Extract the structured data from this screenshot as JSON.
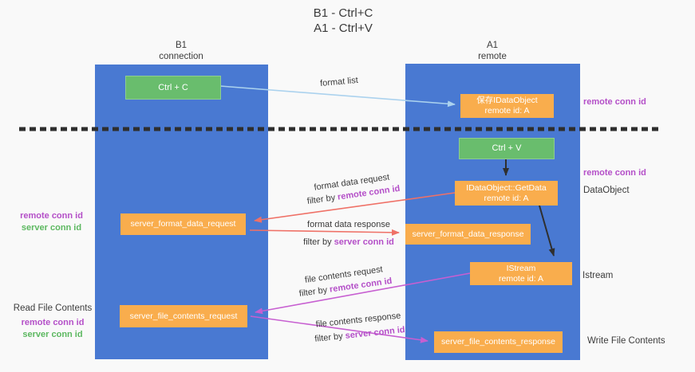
{
  "title": {
    "line1": "B1 - Ctrl+C",
    "line2": "A1 - Ctrl+V"
  },
  "lanes": {
    "left": {
      "name": "B1",
      "role": "connection"
    },
    "right": {
      "name": "A1",
      "role": "remote"
    }
  },
  "nodes": {
    "ctrl_c": {
      "label": "Ctrl + C"
    },
    "save_idataobject": {
      "line1": "保存IDataObject",
      "line2": "remote id: A"
    },
    "ctrl_v": {
      "label": "Ctrl + V"
    },
    "idataobject_getdata": {
      "line1": "IDataObject::GetData",
      "line2": "remote id: A"
    },
    "server_format_data_request": {
      "label": "server_format_data_request"
    },
    "server_format_data_response": {
      "label": "server_format_data_response"
    },
    "istream": {
      "line1": "IStream",
      "line2": "remote id: A"
    },
    "server_file_contents_request": {
      "label": "server_file_contents_request"
    },
    "server_file_contents_response": {
      "label": "server_file_contents_response"
    }
  },
  "edges": {
    "format_list": {
      "label": "format list"
    },
    "format_data_request": {
      "label": "format data request",
      "filter_prefix": "filter by ",
      "filter_key": "remote conn id"
    },
    "format_data_response": {
      "label": "format data response",
      "filter_prefix": "filter by ",
      "filter_key": "server conn id"
    },
    "file_contents_request": {
      "label": "file contents request",
      "filter_prefix": "filter by ",
      "filter_key": "remote conn id"
    },
    "file_contents_response": {
      "label": "file contents response",
      "filter_prefix": "filter by ",
      "filter_key": "server conn id"
    }
  },
  "annotations": {
    "right_top_remote_conn_id": "remote conn id",
    "right_mid_remote_conn_id": "remote conn id",
    "right_dataobject": "DataObject",
    "right_istream": "Istream",
    "right_write_file_contents": "Write File Contents",
    "left_remote_conn_id_top": "remote conn id",
    "left_server_conn_id_top": "server conn id",
    "left_read_file_contents": "Read File Contents",
    "left_remote_conn_id_bottom": "remote conn id",
    "left_server_conn_id_bottom": "server conn id"
  },
  "colors": {
    "lane_blue": "#4979D2",
    "node_orange": "#F9AD4D",
    "node_green": "#69BD6D",
    "arrow_light_blue": "#ABD2EE",
    "arrow_salmon": "#EF7167",
    "arrow_magenta": "#C75FD1",
    "arrow_black": "#2F2F2F",
    "highlight_purple": "#B44FC8",
    "highlight_green": "#5CB860"
  }
}
